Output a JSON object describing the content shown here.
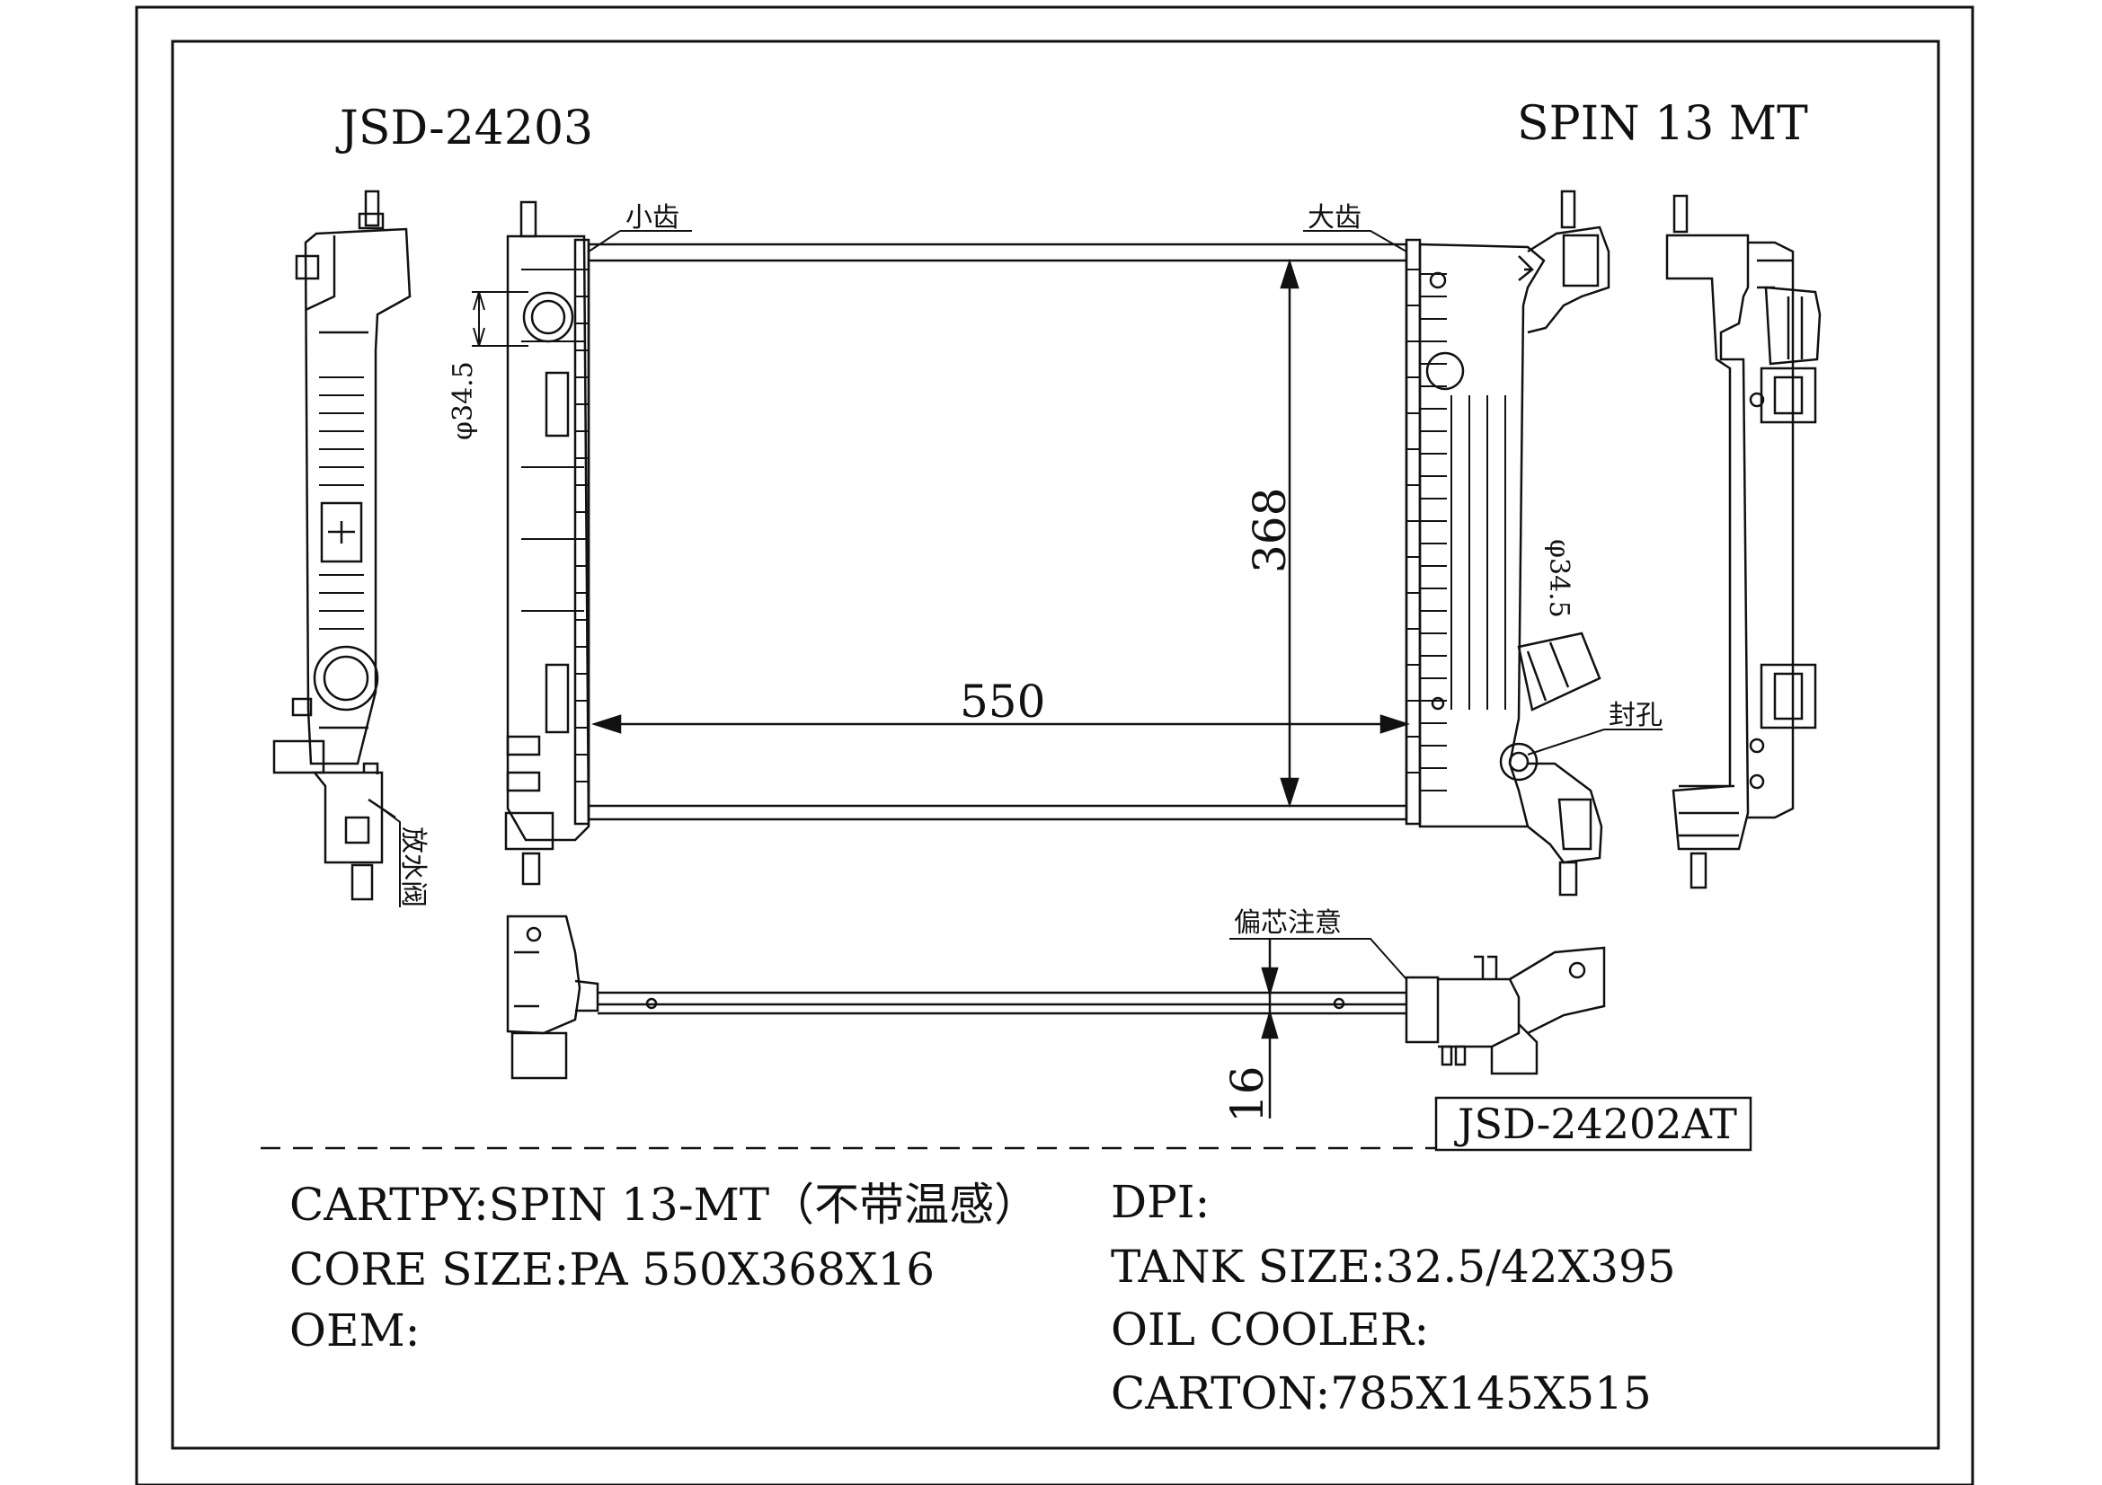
{
  "header": {
    "part_number": "JSD-24203",
    "model": "SPIN 13 MT"
  },
  "drawing": {
    "label_small_teeth": "小齿",
    "label_large_teeth": "大齿",
    "label_drain_valve": "放水阀",
    "label_sealing_hole": "封孔",
    "label_offset_note": "偏芯注意",
    "dim_pipe_left": "φ34.5",
    "dim_pipe_right": "φ34.5",
    "dim_width": "550",
    "dim_height": "368",
    "dim_thickness": "16",
    "ref_part_number": "JSD-24202AT"
  },
  "specs": {
    "cartpy": "CARTPY:SPIN 13-MT（不带温感）",
    "core_size": "CORE SIZE:PA 550X368X16",
    "oem": "OEM:",
    "dpi": "DPI:",
    "tank_size": "TANK SIZE:32.5/42X395",
    "oil_cooler": "OIL COOLER:",
    "carton": "CARTON:785X145X515"
  }
}
